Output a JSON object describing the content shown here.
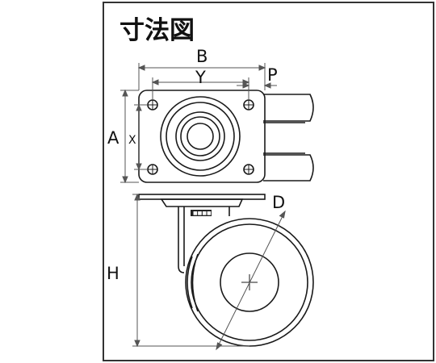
{
  "title": "寸法図",
  "dimensions": {
    "b": "B",
    "y": "Y",
    "p": "P",
    "a": "A",
    "x": "X",
    "d": "D",
    "h": "H"
  },
  "stamp": "■■■■",
  "colors": {
    "line": "#1a1a1a",
    "dim": "#555555",
    "frame": "#333333",
    "fill": "#ffffff"
  }
}
